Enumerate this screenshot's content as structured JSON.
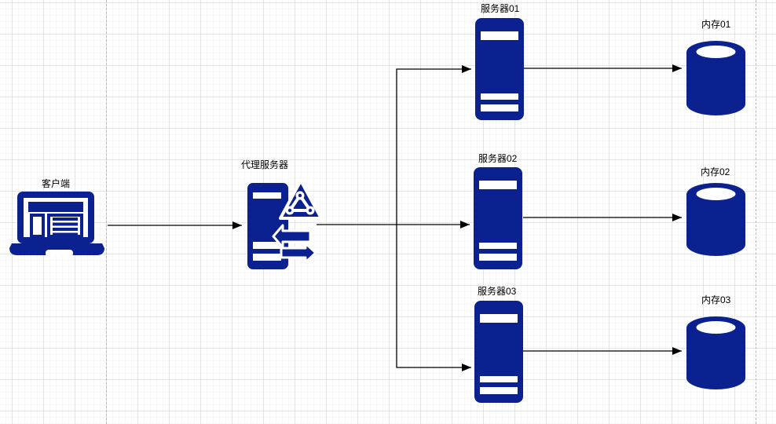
{
  "diagram": {
    "title": "client-proxy-server-cache architecture",
    "colors": {
      "icon_blue": "#0c2190",
      "connector": "#000000",
      "background": "#ffffff",
      "grid_major": "#e4e4e4",
      "grid_minor": "#f6f6f6"
    },
    "nodes": {
      "client": {
        "label": "客户端",
        "type": "laptop"
      },
      "proxy": {
        "label": "代理服务器",
        "type": "proxy-server"
      },
      "server1": {
        "label": "服务器01",
        "type": "server-tower"
      },
      "server2": {
        "label": "服务器02",
        "type": "server-tower"
      },
      "server3": {
        "label": "服务器03",
        "type": "server-tower"
      },
      "db1": {
        "label": "内存01",
        "type": "cylinder"
      },
      "db2": {
        "label": "内存02",
        "type": "cylinder"
      },
      "db3": {
        "label": "内存03",
        "type": "cylinder"
      }
    },
    "edges": [
      {
        "from": "client",
        "to": "proxy"
      },
      {
        "from": "proxy",
        "to": "server1"
      },
      {
        "from": "proxy",
        "to": "server2"
      },
      {
        "from": "proxy",
        "to": "server3"
      },
      {
        "from": "server1",
        "to": "db1"
      },
      {
        "from": "server2",
        "to": "db2"
      },
      {
        "from": "server3",
        "to": "db3"
      }
    ]
  }
}
